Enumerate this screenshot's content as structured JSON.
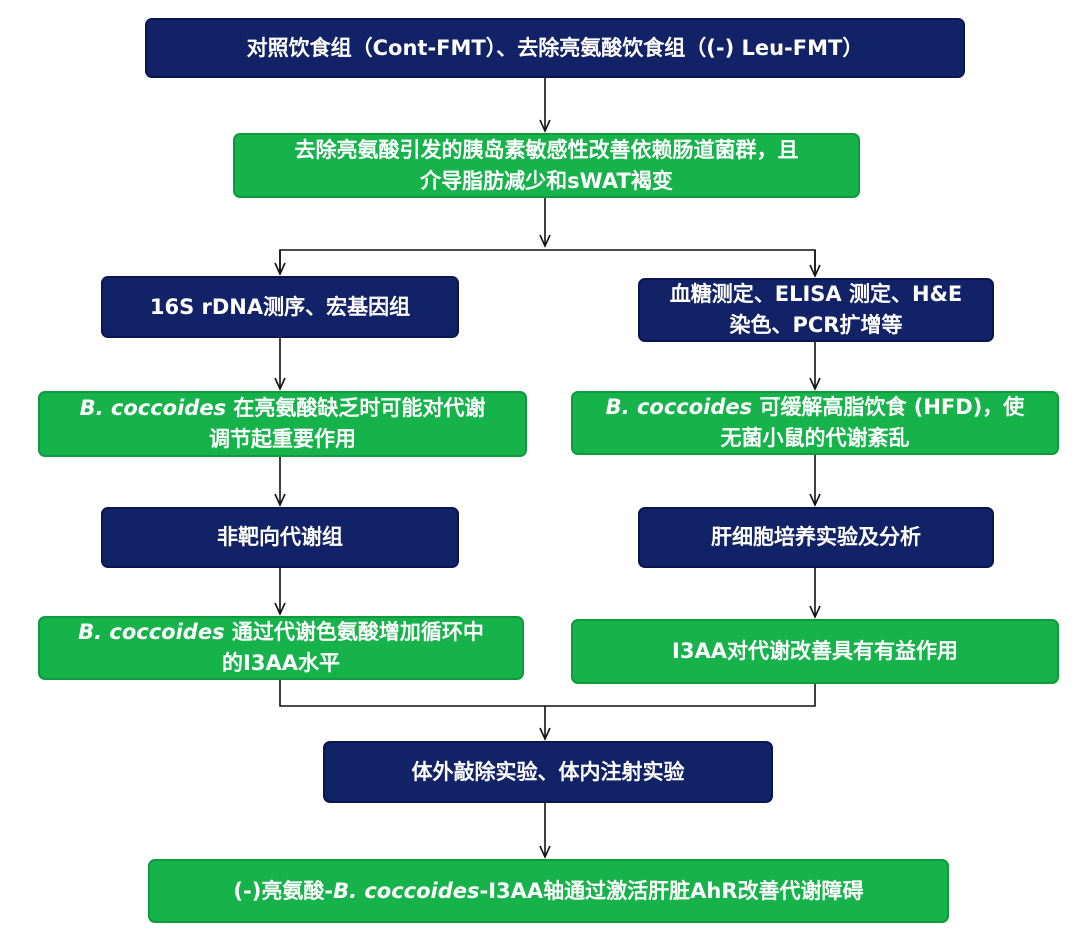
{
  "colors": {
    "navy": "#112266",
    "green": "#16b24a",
    "arrow": "#111111"
  },
  "nodes": {
    "n1": {
      "text": "对照饮食组（Cont-FMT）、去除亮氨酸饮食组（(-) Leu-FMT）"
    },
    "n2": {
      "line1": "去除亮氨酸引发的胰岛素敏感性改善依赖肠道菌群，且",
      "line2": "介导脂肪减少和sWAT褐变"
    },
    "n3": {
      "text": "16S rDNA测序、宏基因组"
    },
    "n4": {
      "line1": "血糖测定、ELISA 测定、H&E",
      "line2": "染色、PCR扩增等"
    },
    "n5": {
      "species": "B. coccoides",
      "line1_rest": " 在亮氨酸缺乏时可能对代谢",
      "line2": "调节起重要作用"
    },
    "n6": {
      "species": "B. coccoides",
      "line1_rest": " 可缓解高脂饮食 (HFD)，使",
      "line2": "无菌小鼠的代谢紊乱"
    },
    "n7": {
      "text": "非靶向代谢组"
    },
    "n8": {
      "text": "肝细胞培养实验及分析"
    },
    "n9": {
      "species": "B. coccoides",
      "line1_rest": " 通过代谢色氨酸增加循环中",
      "line2": "的I3AA水平"
    },
    "n10": {
      "text": "I3AA对代谢改善具有有益作用"
    },
    "n11": {
      "text": "体外敲除实验、体内注射实验"
    },
    "n12": {
      "prefix": "(-)亮氨酸-",
      "species": "B. coccoides",
      "suffix": "-I3AA轴通过激活肝脏AhR改善代谢障碍"
    }
  }
}
